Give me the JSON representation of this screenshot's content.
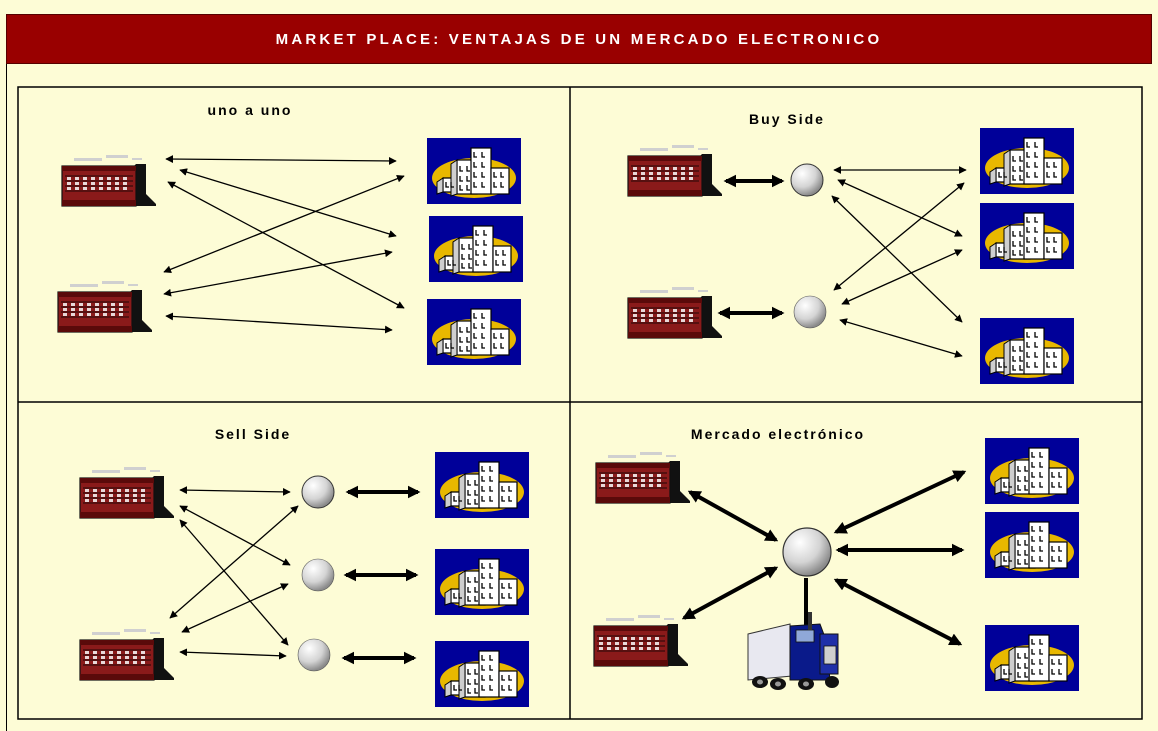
{
  "title": "MARKET PLACE: VENTAJAS DE UN MERCADO ELECTRONICO",
  "quadrants": {
    "one_to_one": {
      "label": "uno a uno"
    },
    "buy_side": {
      "label": "Buy Side"
    },
    "sell_side": {
      "label": "Sell Side"
    },
    "marketplace": {
      "label": "Mercado electrónico"
    }
  },
  "colors": {
    "header_bg": "#990000",
    "page_bg": "#fdfcd6",
    "building_panel": "#000099",
    "building_ellipse": "#e8b800",
    "factory": "#7a1010"
  }
}
